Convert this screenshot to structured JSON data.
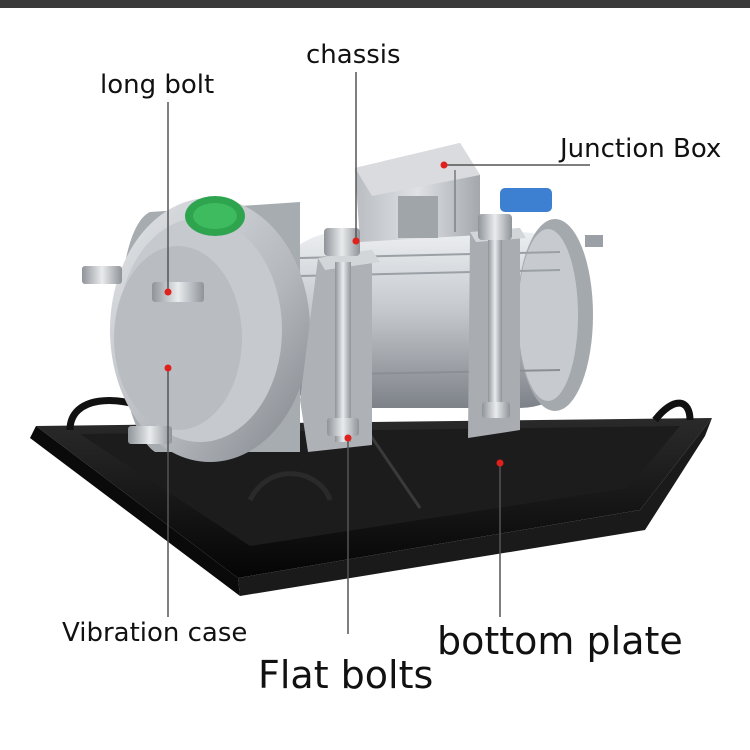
{
  "labels": {
    "chassis": "chassis",
    "long_bolt": "long bolt",
    "junction_box": "Junction Box",
    "vibration_case": "Vibration case",
    "bottom_plate": "bottom plate",
    "flat_bolts": "Flat bolts"
  },
  "colors": {
    "leader_line": "#555555",
    "marker_dot": "#e0201c",
    "motor_body": "#c9cdd2",
    "tray": "#0c0c0c"
  }
}
